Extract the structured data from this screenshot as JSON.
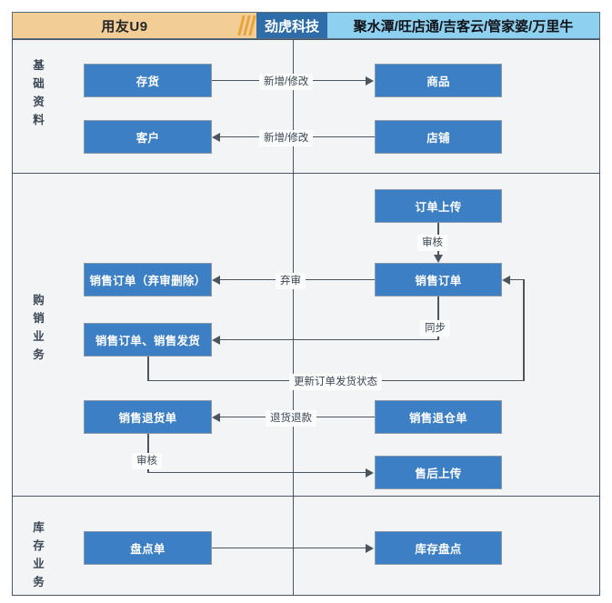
{
  "header": {
    "left_label": "用友U9",
    "logo_icon": "three-slash-logo-icon",
    "brand_label": "劲虎科技",
    "right_label": "聚水潭/旺店通/吉客云/管家婆/万里牛"
  },
  "sections": [
    {
      "label": "基础资料"
    },
    {
      "label": "购销业务"
    },
    {
      "label": "库存业务"
    }
  ],
  "nodes": {
    "inventory": "存货",
    "product": "商品",
    "customer": "客户",
    "shop": "店铺",
    "order_upload": "订单上传",
    "sales_order": "销售订单",
    "sales_order_void_delete": "销售订单（弃审删除）",
    "sales_order_and_delivery": "销售订单、销售发货",
    "sales_return_order": "销售退货单",
    "sales_warehouse_return": "销售退仓单",
    "after_sales_upload": "售后上传",
    "stocktaking_sheet": "盘点单",
    "inventory_check": "库存盘点"
  },
  "edge_labels": {
    "add_modify_1": "新增/修改",
    "add_modify_2": "新增/修改",
    "audit_1": "审核",
    "void": "弃审",
    "sync": "同步",
    "update_delivery_status": "更新订单发货状态",
    "return_refund": "退货退款",
    "audit_2": "审核"
  },
  "colors": {
    "node_fill": "#3c7fc4",
    "header_left": "#f2ce96",
    "header_brand": "#2e6da8",
    "header_right": "#8dd0f0",
    "frame_bg": "#f2f4f6",
    "line": "#4a5560"
  }
}
